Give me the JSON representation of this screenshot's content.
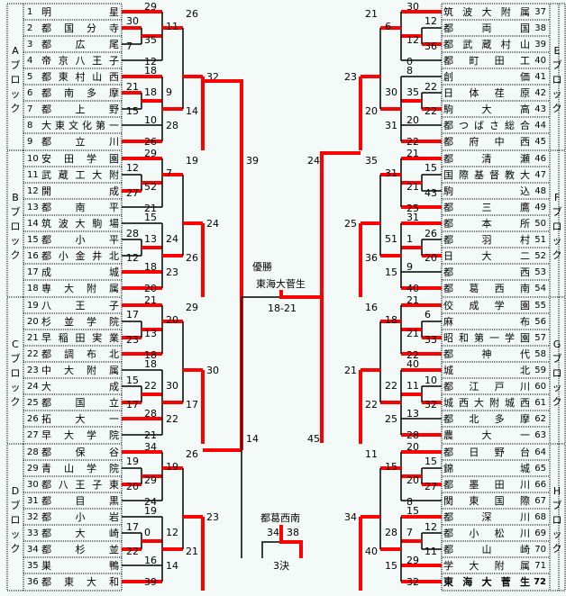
{
  "title": "Tournament bracket",
  "colors": {
    "winner": "#ff0000",
    "loser": "#000000",
    "background": "#f4faf8"
  },
  "blocks": [
    {
      "label": "Aブロック",
      "side": "left"
    },
    {
      "label": "Bブロック",
      "side": "left"
    },
    {
      "label": "Cブロック",
      "side": "left"
    },
    {
      "label": "Dブロック",
      "side": "left"
    },
    {
      "label": "Eブロック",
      "side": "right"
    },
    {
      "label": "Fブロック",
      "side": "right"
    },
    {
      "label": "Gブロック",
      "side": "right"
    },
    {
      "label": "Hブロック",
      "side": "right"
    }
  ],
  "teams": [
    {
      "no": "1",
      "name": "明星"
    },
    {
      "no": "2",
      "name": "都国分寺"
    },
    {
      "no": "3",
      "name": "都広尾"
    },
    {
      "no": "4",
      "name": "帝京八王子"
    },
    {
      "no": "5",
      "name": "都東村山西"
    },
    {
      "no": "6",
      "name": "都南多摩"
    },
    {
      "no": "7",
      "name": "都上野"
    },
    {
      "no": "8",
      "name": "大東文化第一"
    },
    {
      "no": "9",
      "name": "都立川"
    },
    {
      "no": "10",
      "name": "安田学園"
    },
    {
      "no": "11",
      "name": "武蔵工大附"
    },
    {
      "no": "12",
      "name": "開成"
    },
    {
      "no": "13",
      "name": "都南平"
    },
    {
      "no": "14",
      "name": "筑波大駒場"
    },
    {
      "no": "15",
      "name": "都小平"
    },
    {
      "no": "16",
      "name": "都小金井北"
    },
    {
      "no": "17",
      "name": "成城"
    },
    {
      "no": "18",
      "name": "専大附属"
    },
    {
      "no": "19",
      "name": "八王子"
    },
    {
      "no": "20",
      "name": "杉並学院"
    },
    {
      "no": "21",
      "name": "早稲田実業"
    },
    {
      "no": "22",
      "name": "都調布北"
    },
    {
      "no": "23",
      "name": "中大附属"
    },
    {
      "no": "24",
      "name": "大成"
    },
    {
      "no": "25",
      "name": "都国立"
    },
    {
      "no": "26",
      "name": "拓大一"
    },
    {
      "no": "27",
      "name": "早大学院"
    },
    {
      "no": "28",
      "name": "都保谷"
    },
    {
      "no": "29",
      "name": "青山学院"
    },
    {
      "no": "30",
      "name": "都八王子東"
    },
    {
      "no": "31",
      "name": "都目黒"
    },
    {
      "no": "32",
      "name": "都小岩"
    },
    {
      "no": "33",
      "name": "都大崎"
    },
    {
      "no": "34",
      "name": "都杉並"
    },
    {
      "no": "35",
      "name": "巣鴨"
    },
    {
      "no": "36",
      "name": "都東大和"
    },
    {
      "no": "37",
      "name": "筑波大附属"
    },
    {
      "no": "38",
      "name": "都両国"
    },
    {
      "no": "39",
      "name": "都武蔵村山"
    },
    {
      "no": "40",
      "name": "都町田工"
    },
    {
      "no": "41",
      "name": "創価"
    },
    {
      "no": "42",
      "name": "日体荏原"
    },
    {
      "no": "43",
      "name": "駒大高"
    },
    {
      "no": "44",
      "name": "都つばさ総合"
    },
    {
      "no": "45",
      "name": "都府中西"
    },
    {
      "no": "46",
      "name": "都清瀬"
    },
    {
      "no": "47",
      "name": "国際基督教大"
    },
    {
      "no": "48",
      "name": "駒込"
    },
    {
      "no": "49",
      "name": "都三鷹"
    },
    {
      "no": "50",
      "name": "都本所"
    },
    {
      "no": "51",
      "name": "都羽村"
    },
    {
      "no": "52",
      "name": "日大二"
    },
    {
      "no": "53",
      "name": "都西"
    },
    {
      "no": "54",
      "name": "都葛西南"
    },
    {
      "no": "55",
      "name": "佼成学園"
    },
    {
      "no": "56",
      "name": "麻布"
    },
    {
      "no": "57",
      "name": "昭和第一学園"
    },
    {
      "no": "58",
      "name": "都神代"
    },
    {
      "no": "59",
      "name": "城北"
    },
    {
      "no": "60",
      "name": "都江戸川"
    },
    {
      "no": "61",
      "name": "城西大附城西"
    },
    {
      "no": "62",
      "name": "都北多摩"
    },
    {
      "no": "63",
      "name": "農大一"
    },
    {
      "no": "64",
      "name": "都日野台"
    },
    {
      "no": "65",
      "name": "錦城"
    },
    {
      "no": "66",
      "name": "都墨田川"
    },
    {
      "no": "67",
      "name": "関東国際"
    },
    {
      "no": "68",
      "name": "都深川"
    },
    {
      "no": "69",
      "name": "都小松川"
    },
    {
      "no": "70",
      "name": "都山崎"
    },
    {
      "no": "71",
      "name": "学大附属"
    },
    {
      "no": "72",
      "name": "東海大菅生"
    }
  ],
  "scores": {
    "A": [
      "29",
      "30",
      "7",
      "35",
      "11",
      "12",
      "26",
      "18",
      "21",
      "18",
      "15",
      "9",
      "10",
      "28",
      "26",
      "14",
      "32"
    ],
    "B": [
      "29",
      "12",
      "27",
      "52",
      "7",
      "21",
      "19",
      "15",
      "28",
      "13",
      "12",
      "24",
      "18",
      "23",
      "20",
      "26",
      "24"
    ],
    "C": [
      "21",
      "17",
      "23",
      "13",
      "20",
      "18",
      "29",
      "18",
      "15",
      "22",
      "17",
      "30",
      "28",
      "22",
      "21",
      "17",
      "30"
    ],
    "D": [
      "34",
      "19",
      "20",
      "29",
      "19",
      "24",
      "26",
      "19",
      "17",
      "0",
      "22",
      "12",
      "16",
      "14",
      "39",
      "21",
      "23"
    ],
    "E": [
      "30",
      "12",
      "36",
      "12",
      "6",
      "0",
      "21",
      "8",
      "22",
      "35",
      "22",
      "30",
      "20",
      "31",
      "22",
      "20",
      "23"
    ],
    "F": [
      "21",
      "15",
      "43",
      "21",
      "31",
      "25",
      "35",
      "31",
      "26",
      "1",
      "20",
      "51",
      "9",
      "15",
      "40",
      "36",
      "25"
    ],
    "G": [
      "21",
      "6",
      "33",
      "21",
      "18",
      "22",
      "16",
      "40",
      "10",
      "11",
      "32",
      "22",
      "13",
      "25",
      "28",
      "22",
      "21"
    ],
    "H": [
      "20",
      "15",
      "27",
      "20",
      "15",
      "8",
      "11",
      "15",
      "12",
      "7",
      "11",
      "28",
      "29",
      "15",
      "32",
      "40",
      "34"
    ]
  },
  "semis": {
    "left_top": "39",
    "left_bottom": "14",
    "right_top": "24",
    "right_bottom": "45"
  },
  "final": {
    "label": "優勝",
    "winner": "東海大菅生",
    "score": "18-21"
  },
  "third_place": {
    "winner": "都葛西南",
    "score_left": "34",
    "score_right": "38",
    "label": "3決"
  }
}
